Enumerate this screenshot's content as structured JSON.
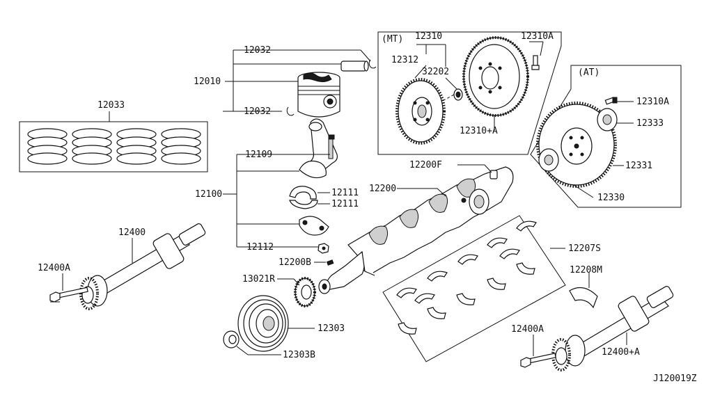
{
  "labels": {
    "p12032_top": "12032",
    "p12010": "12010",
    "p12032_bot": "12032",
    "p12033": "12033",
    "p12109": "12109",
    "p12100": "12100",
    "p12111_a": "12111",
    "p12111_b": "12111",
    "p12112": "12112",
    "p12400": "12400",
    "p12400A_left": "12400A",
    "p12200B": "12200B",
    "p13021R": "13021R",
    "p12303": "12303",
    "p12303B": "12303B",
    "p12200": "12200",
    "p12200F": "12200F",
    "p12207S": "12207S",
    "p12208M": "12208M",
    "p12400A_right": "12400A",
    "p12400plusA": "12400+A",
    "mt_tag": "(MT)",
    "p12310": "12310",
    "p12310A_mt": "12310A",
    "p12312": "12312",
    "p32202": "32202",
    "p12310plusA": "12310+A",
    "at_tag": "(AT)",
    "p12310A_at": "12310A",
    "p12333": "12333",
    "p12331": "12331",
    "p12330": "12330",
    "diagram_code": "J120019Z"
  },
  "colors": {
    "line": "#111111",
    "background": "#ffffff",
    "fill_dark": "#1a1a1a"
  }
}
